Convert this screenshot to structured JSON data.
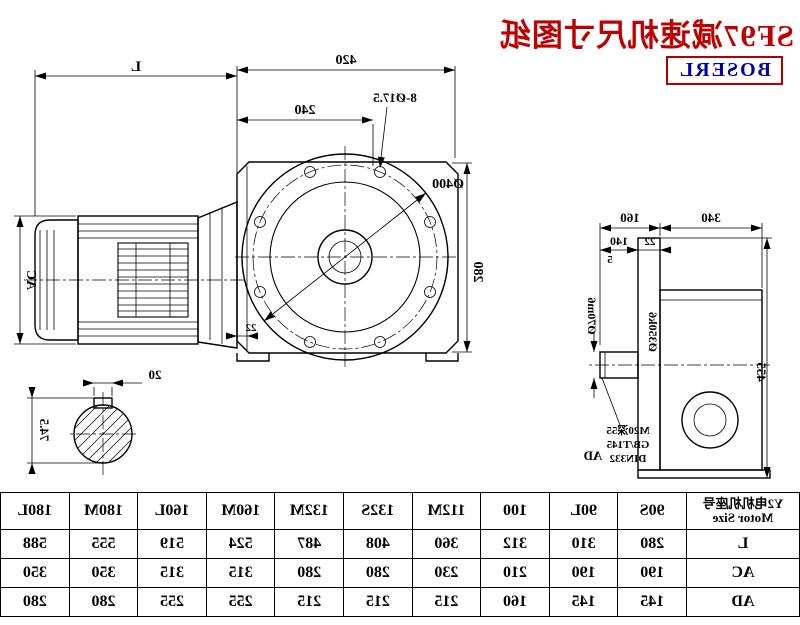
{
  "header": {
    "title": "SF97减速机尺寸图纸",
    "logo": "BOSERL"
  },
  "colors": {
    "title_red": "#c00000",
    "logo_blue": "#0000aa",
    "logo_border_red": "#b00000",
    "line_black": "#000000"
  },
  "drawing": {
    "dims": {
      "length_L": "L",
      "d420": "420",
      "d240": "240",
      "bolt_holes": "8-Ø17.5",
      "flange_dia": "Ø400",
      "d280": "280",
      "d22_main": "22",
      "key_width": "20",
      "key_height": "74.5",
      "d340": "340",
      "d160": "160",
      "d140": "140",
      "d22_side": "22",
      "d5": "5",
      "shaft_dia": "Ø70m6",
      "spigot_dia": "Ø350k6",
      "d455": "455",
      "motor_dia_AC": "AC",
      "motor_AD": "AD",
      "thread_line1": "M20深55",
      "thread_line2": "GB/T145",
      "thread_line3": "DIN332"
    }
  },
  "table": {
    "row_header": {
      "line1": "Y2电机机座号",
      "line2": "Motor Size"
    },
    "columns": [
      "90S",
      "90L",
      "100",
      "112M",
      "132S",
      "132M",
      "160M",
      "160L",
      "180M",
      "180L"
    ],
    "rows": [
      {
        "label": "L",
        "values": [
          280,
          310,
          312,
          360,
          408,
          487,
          524,
          519,
          555,
          588
        ]
      },
      {
        "label": "AC",
        "values": [
          190,
          190,
          210,
          230,
          280,
          280,
          315,
          315,
          350,
          350
        ]
      },
      {
        "label": "AD",
        "values": [
          145,
          145,
          160,
          215,
          215,
          215,
          255,
          255,
          280,
          280
        ]
      }
    ]
  }
}
